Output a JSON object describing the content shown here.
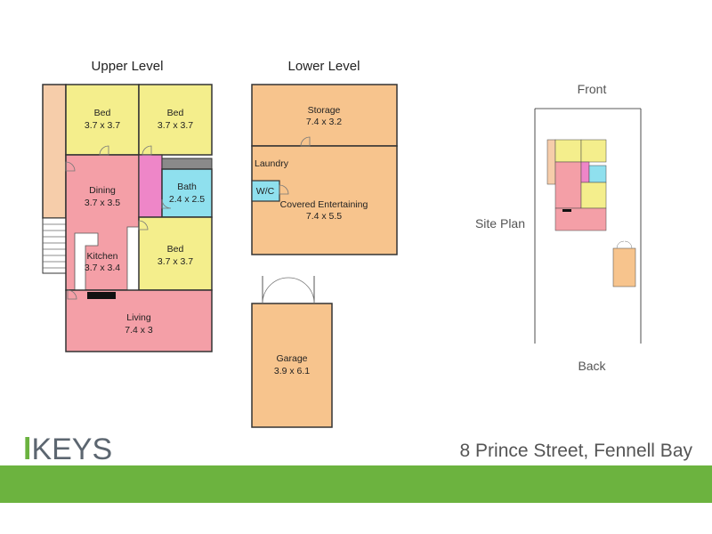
{
  "headings": {
    "upper_level": "Upper Level",
    "lower_level": "Lower Level"
  },
  "rooms": {
    "bed1": {
      "name": "Bed",
      "size": "3.7 x 3.7"
    },
    "bed2": {
      "name": "Bed",
      "size": "3.7 x 3.7"
    },
    "dining": {
      "name": "Dining",
      "size": "3.7 x 3.5"
    },
    "bath": {
      "name": "Bath",
      "size": "2.4 x 2.5"
    },
    "kitchen": {
      "name": "Kitchen",
      "size": "3.7 x 3.4"
    },
    "bed3": {
      "name": "Bed",
      "size": "3.7 x 3.7"
    },
    "living": {
      "name": "Living",
      "size": "7.4 x 3"
    },
    "storage": {
      "name": "Storage",
      "size": "7.4 x 3.2"
    },
    "laundry": {
      "name": "Laundry"
    },
    "wc": {
      "name": "W/C"
    },
    "covered_entertaining": {
      "name": "Covered Entertaining",
      "size": "7.4 x 5.5"
    },
    "garage": {
      "name": "Garage",
      "size": "3.9 x 6.1"
    }
  },
  "site_plan": {
    "title": "Site Plan",
    "front": "Front",
    "back": "Back"
  },
  "brand": {
    "mark": "l",
    "name": "KEYS"
  },
  "address": "8 Prince Street, Fennell Bay",
  "colors": {
    "bed": "#f4ee8c",
    "wet": "#ffc6c6",
    "living": "#f49fa7",
    "bath": "#8fe0ee",
    "hall": "#f6cdaa",
    "storage": "#f7c48d",
    "garage": "#f7c48d",
    "pink_hall": "#ee86c8",
    "brand_green": "#6cb33f"
  }
}
